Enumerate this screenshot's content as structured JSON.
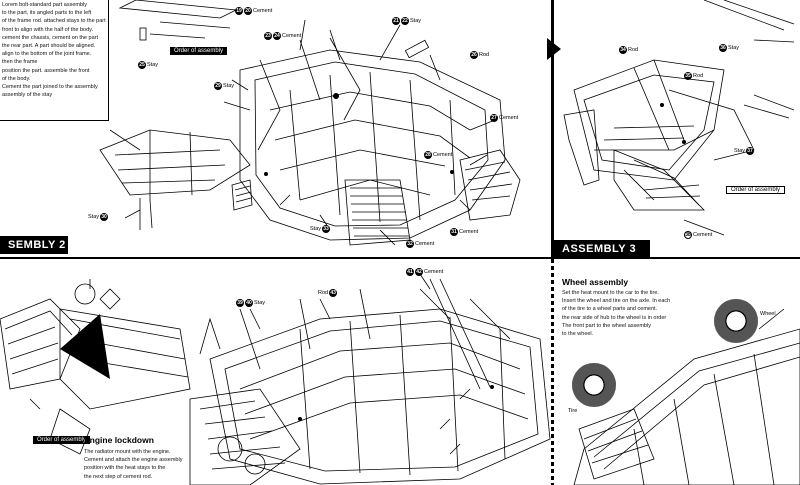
{
  "sections": {
    "assembly2": {
      "title": "SEMBLY 2"
    },
    "assembly3": {
      "title": "ASSEMBLY 3"
    }
  },
  "tags": {
    "top_center": "Order of assembly",
    "right_top": "Order of assembly",
    "bottom_left": "Order of assembly"
  },
  "notes": {
    "top_left": [
      "Lorem bolt-standard part assembly",
      "to the part, its angled parts to the left",
      "of the frame rod. attached stays to the part",
      "front to align with the half of the body.",
      "cement the chassis, cement on the part",
      "the rear part. A part should be aligned.",
      "align to the bottom of the joint frame.",
      "then the frame",
      "position the part. assemble the front",
      "of the body.",
      "Cement the part joined to the assembly",
      "assembly of the stay"
    ],
    "engine": [
      "The radiator mount with the engine.",
      "Cement and attach the engine assembly",
      "position with the heat stays to the",
      "the next step of cement rod."
    ],
    "wheel": [
      "Set the heat mount to the car to the tire.",
      "Insert the wheel and tire on the axle. In each",
      "of the tire to a wheel parts and cement.",
      "the rear side of hub to the wheel is in order",
      "The front part to the wheel assembly",
      "to the wheel."
    ]
  },
  "headings": {
    "engine": "Engine lockdown",
    "wheel": "Wheel assembly"
  },
  "callouts": {
    "a2_top": [
      "Cement",
      "Stay",
      "Cement",
      "Stay"
    ],
    "a2_mid": [
      "Rod",
      "Cement",
      "Cement",
      "Stay"
    ],
    "a2_bottom": [
      "Stay",
      "Cement",
      "Cement",
      "Stay"
    ],
    "a3": [
      "Rod",
      "Rod",
      "Stay",
      "Stay",
      "Cement"
    ],
    "bottom_mid": [
      "Stay",
      "Cement",
      "Rod"
    ],
    "wheel_parts": [
      "Wheel",
      "Tire"
    ]
  }
}
